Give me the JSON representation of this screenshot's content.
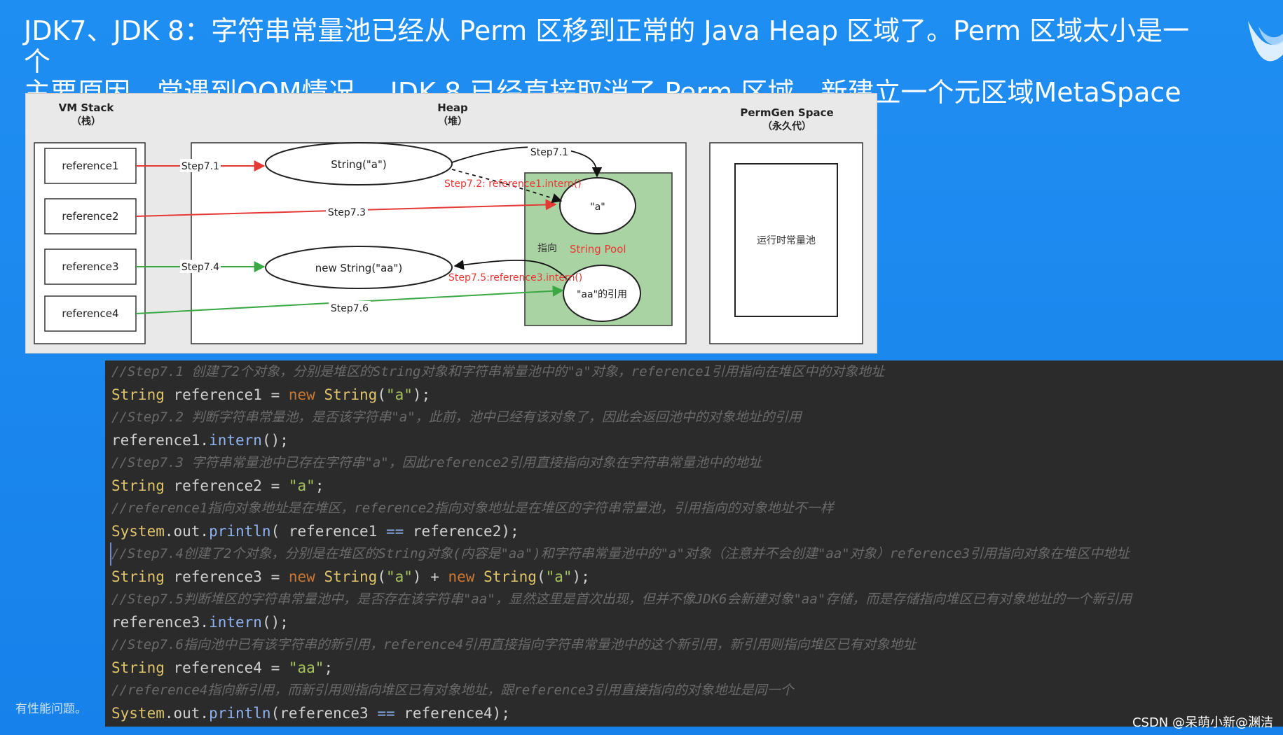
{
  "headline": {
    "line1": "JDK7、JDK 8：字符串常量池已经从 Perm 区移到正常的 Java Heap 区域了。Perm 区域太小是一个",
    "line2": "主要原因，常遇到OOM情况 。JDK 8 已经直接取消了 Perm 区域，新建立一个元区域MetaSpace"
  },
  "diagram": {
    "vm_stack": {
      "title": "VM Stack",
      "subtitle": "（栈）",
      "refs": [
        "reference1",
        "reference2",
        "reference3",
        "reference4"
      ]
    },
    "heap": {
      "title": "Heap",
      "subtitle": "（堆）",
      "obj1": "String(\"a\")",
      "obj2": "new String(\"aa\")",
      "pool_obj1": "\"a\"",
      "pool_obj2": "\"aa\"的引用",
      "pool_label": "String Pool",
      "point_label": "指向"
    },
    "permgen": {
      "title": "PermGen Space",
      "subtitle": "（永久代）",
      "runtime_pool": "运行时常量池"
    },
    "steps": {
      "s71a": "Step7.1",
      "s71b": "Step7.1",
      "s72": "Step7.2: reference1.intern()",
      "s73": "Step7.3",
      "s74": "Step7.4",
      "s75": "Step7.5:reference3.intern()",
      "s76": "Step7.6"
    },
    "colors": {
      "red": "#e53935",
      "green": "#3aa845",
      "pool_fill": "#a9d3a2"
    }
  },
  "code": {
    "c1": "//Step7.1 创建了2个对象，分别是堆区的String对象和字符串常量池中的\"a\"对象，reference1引用指向在堆区中的对象地址",
    "l1": {
      "a": "String",
      "b": " reference1 = ",
      "c": "new",
      "d": " String",
      "e": "(",
      "f": "\"a\"",
      "g": ");"
    },
    "c2": "//Step7.2 判断字符串常量池，是否该字符串\"a\"，此前，池中已经有该对象了，因此会返回池中的对象地址的引用",
    "l2": {
      "a": "reference1.",
      "b": "intern",
      "c": "();"
    },
    "c3": "//Step7.3 字符串常量池中已存在字符串\"a\"，因此reference2引用直接指向对象在字符串常量池中的地址",
    "l3": {
      "a": "String",
      "b": " reference2 = ",
      "c": "\"a\"",
      "d": ";"
    },
    "c4": "//reference1指向对象地址是在堆区，reference2指向对象地址是在堆区的字符串常量池，引用指向的对象地址不一样",
    "l4": {
      "a": "System",
      "b": ".out.",
      "c": "println",
      "d": "( reference1 ",
      "e": "==",
      "f": " reference2);"
    },
    "c5": "//Step7.4创建了2个对象，分别是在堆区的String对象(内容是\"aa\")和字符串常量池中的\"a\"对象（注意并不会创建\"aa\"对象）reference3引用指向对象在堆区中地址",
    "l5": {
      "a": "String",
      "b": " reference3 = ",
      "c": "new",
      "d": " String",
      "e": "(",
      "f": "\"a\"",
      "g": ") + ",
      "h": "new",
      "i": " String",
      "j": "(",
      "k": "\"a\"",
      "l": ");"
    },
    "c6": "//Step7.5判断堆区的字符串常量池中，是否存在该字符串\"aa\"，显然这里是首次出现，但并不像JDK6会新建对象\"aa\"存储，而是存储指向堆区已有对象地址的一个新引用",
    "l6": {
      "a": "reference3.",
      "b": "intern",
      "c": "();"
    },
    "c7": "//Step7.6指向池中已有该字符串的新引用，reference4引用直接指向字符串常量池中的这个新引用，新引用则指向堆区已有对象地址",
    "l7": {
      "a": "String",
      "b": " reference4 = ",
      "c": "\"aa\"",
      "d": ";"
    },
    "c8": "//reference4指向新引用，而新引用则指向堆区已有对象地址，跟reference3引用直接指向的对象地址是同一个",
    "l8": {
      "a": "System",
      "b": ".out.",
      "c": "println",
      "d": "(reference3 ",
      "e": "==",
      "f": " reference4);"
    }
  },
  "left_note": "有性能问题。",
  "watermark": "CSDN @呆萌小新@渊洁"
}
